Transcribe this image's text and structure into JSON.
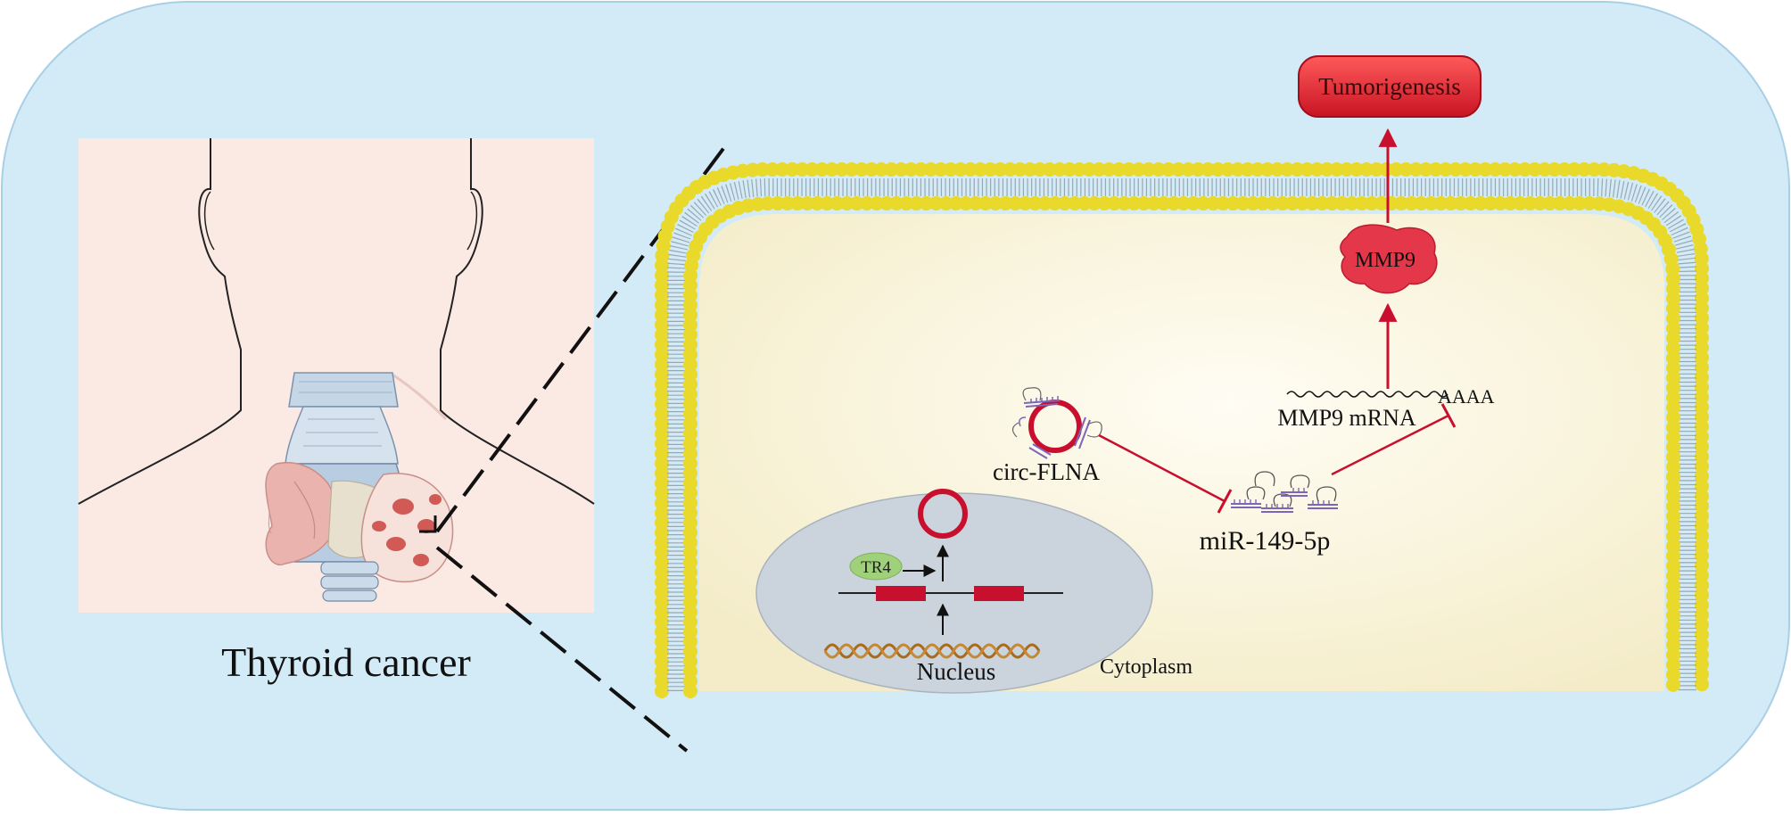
{
  "left_panel": {
    "caption": "Thyroid cancer"
  },
  "cell": {
    "tumorigenesis_label": "Tumorigenesis",
    "mmp9_label": "MMP9",
    "mmp9_mrna_label": "MMP9 mRNA",
    "polya_label": "AAAA",
    "circ_label": "circ-FLNA",
    "mir_label": "miR-149-5p",
    "tr4_label": "TR4",
    "nucleus_label": "Nucleus",
    "cytoplasm_label": "Cytoplasm"
  },
  "colors": {
    "background": "#d3ebf7",
    "cytoplasm": "#f8f3dd",
    "membrane": "#f4e634",
    "nucleus": "#cbd3dc",
    "red": "#c8102e",
    "mmp9": "#e5374a",
    "tr4": "#9fd17a",
    "dna": "#a86b1e",
    "mir": "#7b66b8"
  }
}
